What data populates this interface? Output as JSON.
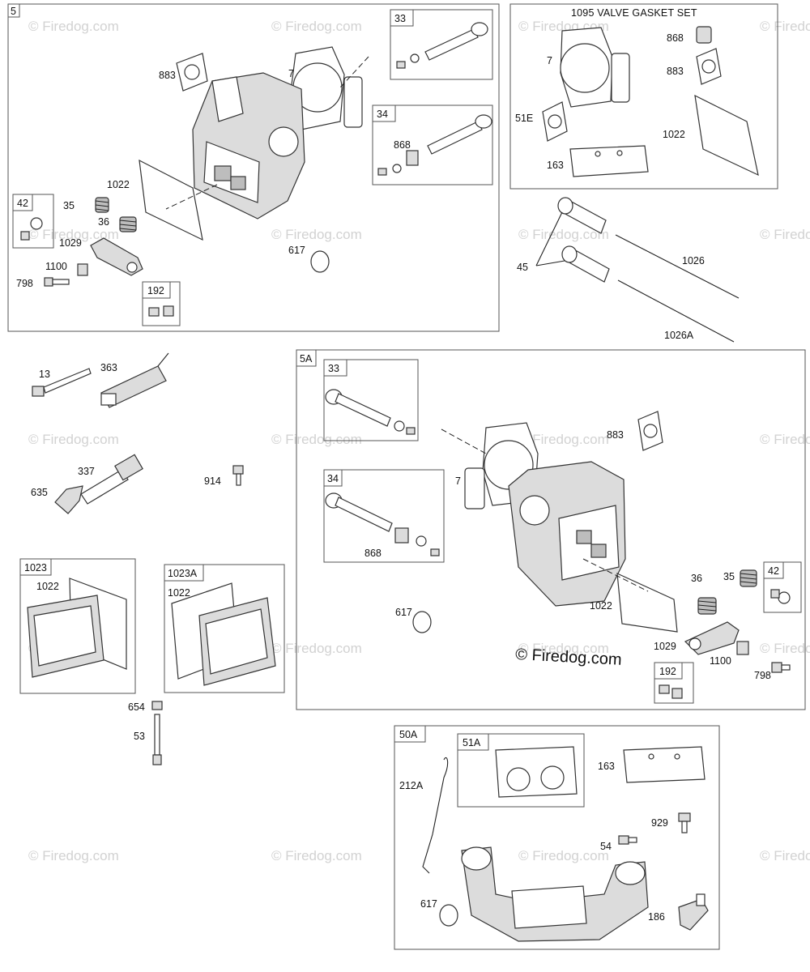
{
  "watermark": {
    "text": "© Firedog.com"
  },
  "copyright": {
    "text": "© Firedog.com"
  },
  "sections": {
    "s5": {
      "id": "5",
      "labels": [
        "883",
        "7",
        "1022",
        "35",
        "36",
        "1029",
        "1100",
        "798",
        "617"
      ],
      "boxes": {
        "b33": {
          "id": "33"
        },
        "b34": {
          "id": "34",
          "labels": [
            "868"
          ]
        },
        "b42": {
          "id": "42"
        },
        "b192": {
          "id": "192"
        }
      }
    },
    "s1095": {
      "title": "1095 VALVE GASKET SET",
      "labels": [
        "7",
        "868",
        "883",
        "51E",
        "1022",
        "163"
      ]
    },
    "lifters": {
      "labels": [
        "45",
        "1026",
        "1026A"
      ]
    },
    "loose": {
      "labels": [
        "13",
        "363",
        "337",
        "635",
        "914",
        "654",
        "53"
      ],
      "boxes": {
        "b1023": {
          "id": "1023",
          "labels": [
            "1022"
          ]
        },
        "b1023A": {
          "id": "1023A",
          "labels": [
            "1022"
          ]
        }
      }
    },
    "s5A": {
      "id": "5A",
      "labels": [
        "883",
        "7",
        "1022",
        "36",
        "35",
        "1029",
        "1100",
        "798",
        "617"
      ],
      "boxes": {
        "b33": {
          "id": "33"
        },
        "b34": {
          "id": "34",
          "labels": [
            "868"
          ]
        },
        "b42": {
          "id": "42"
        },
        "b192": {
          "id": "192"
        }
      }
    },
    "s50A": {
      "id": "50A",
      "labels": [
        "212A",
        "163",
        "929",
        "54",
        "617",
        "186"
      ],
      "boxes": {
        "b51A": {
          "id": "51A"
        }
      }
    }
  },
  "colors": {
    "line": "#222222",
    "watermark": "#d2d2d2",
    "shade": "#dcdcdc"
  }
}
